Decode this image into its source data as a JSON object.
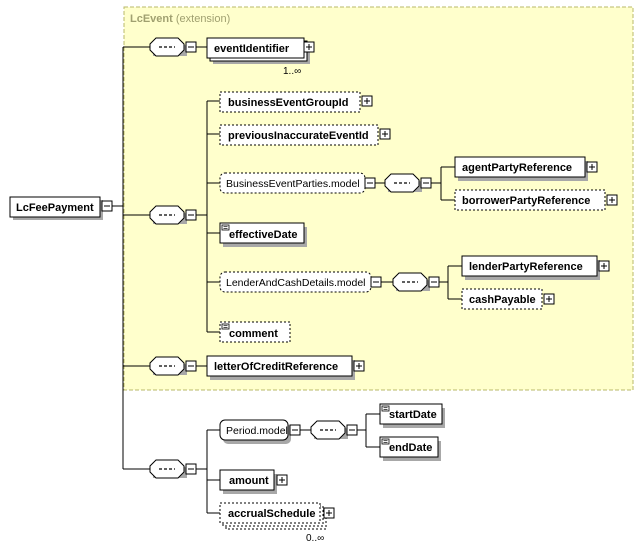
{
  "root": {
    "label": "LcFeePayment"
  },
  "extension": {
    "title": "LcEvent",
    "suffix": "(extension)"
  },
  "elements": {
    "eventIdentifier": {
      "label": "eventIdentifier",
      "cardinality": "1..∞"
    },
    "businessEventGroupId": {
      "label": "businessEventGroupId"
    },
    "previousInaccurateEventId": {
      "label": "previousInaccurateEventId"
    },
    "businessEventParties": {
      "label": "BusinessEventParties.model"
    },
    "agentPartyReference": {
      "label": "agentPartyReference"
    },
    "borrowerPartyReference": {
      "label": "borrowerPartyReference"
    },
    "effectiveDate": {
      "label": "effectiveDate"
    },
    "lenderAndCashDetails": {
      "label": "LenderAndCashDetails.model"
    },
    "lenderPartyReference": {
      "label": "lenderPartyReference"
    },
    "cashPayable": {
      "label": "cashPayable"
    },
    "comment": {
      "label": "comment"
    },
    "letterOfCreditReference": {
      "label": "letterOfCreditReference"
    },
    "periodModel": {
      "label": "Period.model"
    },
    "startDate": {
      "label": "startDate"
    },
    "endDate": {
      "label": "endDate"
    },
    "amount": {
      "label": "amount"
    },
    "accrualSchedule": {
      "label": "accrualSchedule",
      "cardinality": "0..∞"
    }
  },
  "colors": {
    "extensionFill": "#ffffcc",
    "extensionBorder": "#b8b86a",
    "extensionTitle": "#a0a070",
    "line": "#000000",
    "shadow": "#a8a8a8"
  }
}
